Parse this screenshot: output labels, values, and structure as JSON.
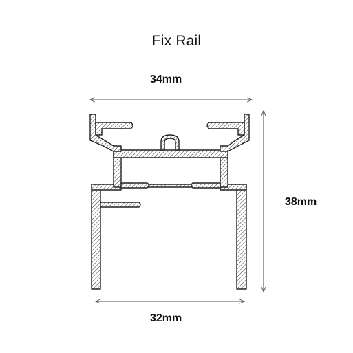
{
  "title": "Fix Rail",
  "dimensions": {
    "width_top": "34mm",
    "height": "38mm",
    "width_bottom": "32mm"
  },
  "colors": {
    "stroke": "#222222",
    "dim_line": "#555555",
    "background": "#ffffff"
  }
}
